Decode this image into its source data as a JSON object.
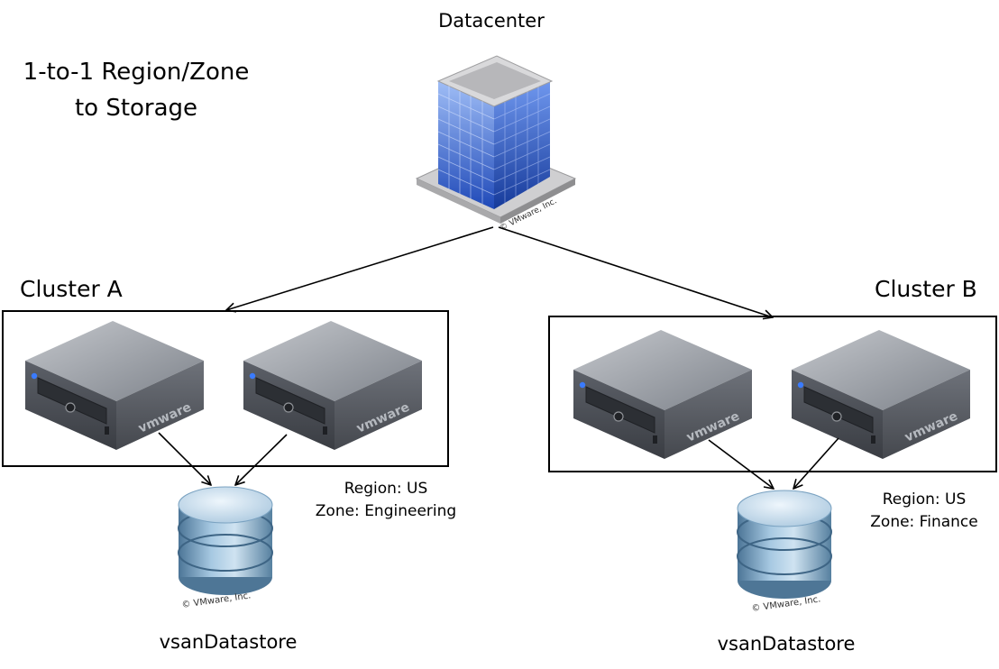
{
  "title_lines": [
    "1-to-1 Region/Zone",
    "to Storage"
  ],
  "datacenter": {
    "label": "Datacenter",
    "copyright": "© VMware, Inc.",
    "icon": "office-building-icon"
  },
  "clusters": [
    {
      "label": "Cluster A",
      "servers": [
        {
          "brand": "vmware",
          "icon": "server-icon"
        },
        {
          "brand": "vmware",
          "icon": "server-icon"
        }
      ],
      "region_line": "Region: US",
      "zone_line": "Zone: Engineering",
      "datastore": {
        "label": "vsanDatastore",
        "copyright": "© VMware, Inc.",
        "icon": "database-icon"
      }
    },
    {
      "label": "Cluster B",
      "servers": [
        {
          "brand": "vmware",
          "icon": "server-icon"
        },
        {
          "brand": "vmware",
          "icon": "server-icon"
        }
      ],
      "region_line": "Region: US",
      "zone_line": "Zone: Finance",
      "datastore": {
        "label": "vsanDatastore",
        "copyright": "© VMware, Inc.",
        "icon": "database-icon"
      }
    }
  ],
  "colors": {
    "building": "#3f6fd8",
    "server_body": "#6e737c",
    "datastore": "#7ea7c7",
    "arrow": "#000000"
  }
}
